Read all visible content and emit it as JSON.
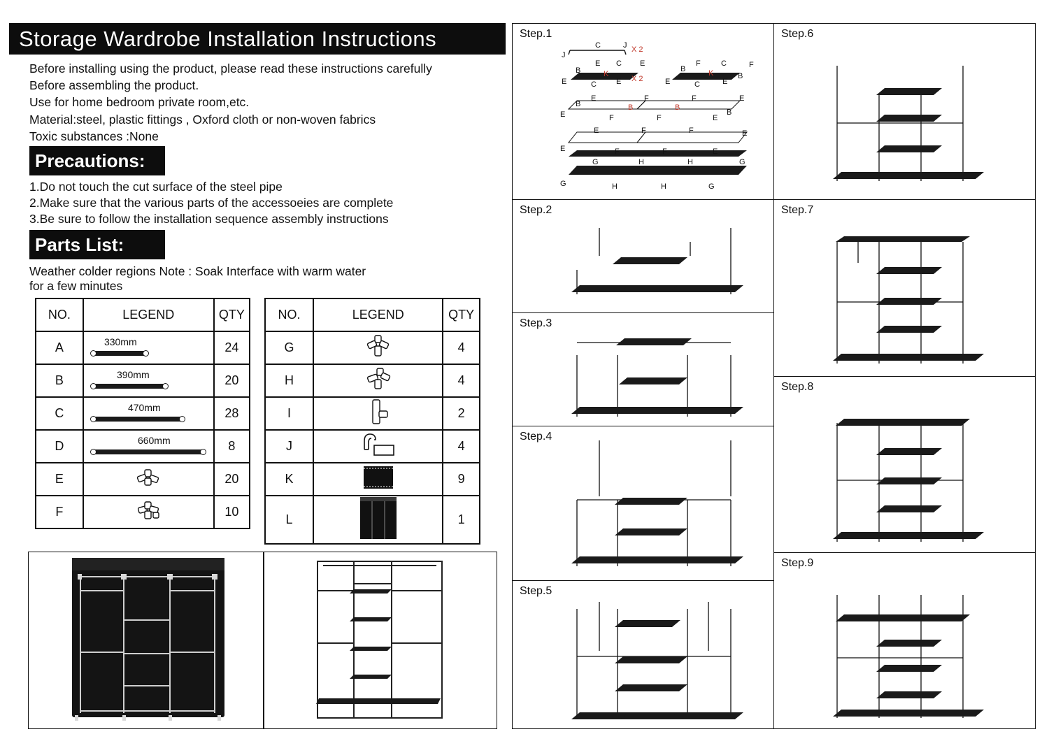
{
  "title": "Storage Wardrobe Installation Instructions",
  "intro": [
    "Before installing using the product, please read these instructions carefully",
    "Before assembling the product.",
    "Use for home bedroom private room,etc.",
    "Material:steel, plastic fittings , Oxford cloth or non-woven fabrics",
    "Toxic substances :None"
  ],
  "precautions": {
    "heading": "Precautions:",
    "items": [
      "1.Do not touch the cut surface of the steel pipe",
      "2.Make sure that the various parts of the accessoeies are complete",
      "3.Be sure to follow the installation sequence assembly instructions"
    ]
  },
  "parts_list": {
    "heading": "Parts List:",
    "note_line1": "Weather colder regions Note : Soak Interface with warm water",
    "note_line2": "for a few minutes",
    "headers": {
      "no": "NO.",
      "legend": "LEGEND",
      "qty": "QTY"
    },
    "left": [
      {
        "no": "A",
        "legend": "330mm",
        "qty": "24",
        "icon": "tube-330mm-icon"
      },
      {
        "no": "B",
        "legend": "390mm",
        "qty": "20",
        "icon": "tube-390mm-icon"
      },
      {
        "no": "C",
        "legend": "470mm",
        "qty": "28",
        "icon": "tube-470mm-icon"
      },
      {
        "no": "D",
        "legend": "660mm",
        "qty": "8",
        "icon": "tube-660mm-icon"
      },
      {
        "no": "E",
        "legend": "",
        "qty": "20",
        "icon": "connector-e-icon"
      },
      {
        "no": "F",
        "legend": "",
        "qty": "10",
        "icon": "connector-f-icon"
      }
    ],
    "right": [
      {
        "no": "G",
        "qty": "4",
        "icon": "connector-g-icon"
      },
      {
        "no": "H",
        "qty": "4",
        "icon": "connector-h-icon"
      },
      {
        "no": "I",
        "qty": "2",
        "icon": "connector-i-icon"
      },
      {
        "no": "J",
        "qty": "4",
        "icon": "hook-j-icon"
      },
      {
        "no": "K",
        "qty": "9",
        "icon": "shelf-k-icon"
      },
      {
        "no": "L",
        "qty": "1",
        "icon": "cover-l-icon"
      }
    ]
  },
  "steps": {
    "step1": "Step.1",
    "step2": "Step.2",
    "step3": "Step.3",
    "step4": "Step.4",
    "step5": "Step.5",
    "step6": "Step.6",
    "step7": "Step.7",
    "step8": "Step.8",
    "step9": "Step.9"
  },
  "step1_labels": {
    "j": "J",
    "c": "C",
    "x2": "X 2",
    "k": "K",
    "b": "B",
    "e": "E",
    "f": "F",
    "g": "G",
    "h": "H"
  },
  "accent_color": "#c0392b"
}
